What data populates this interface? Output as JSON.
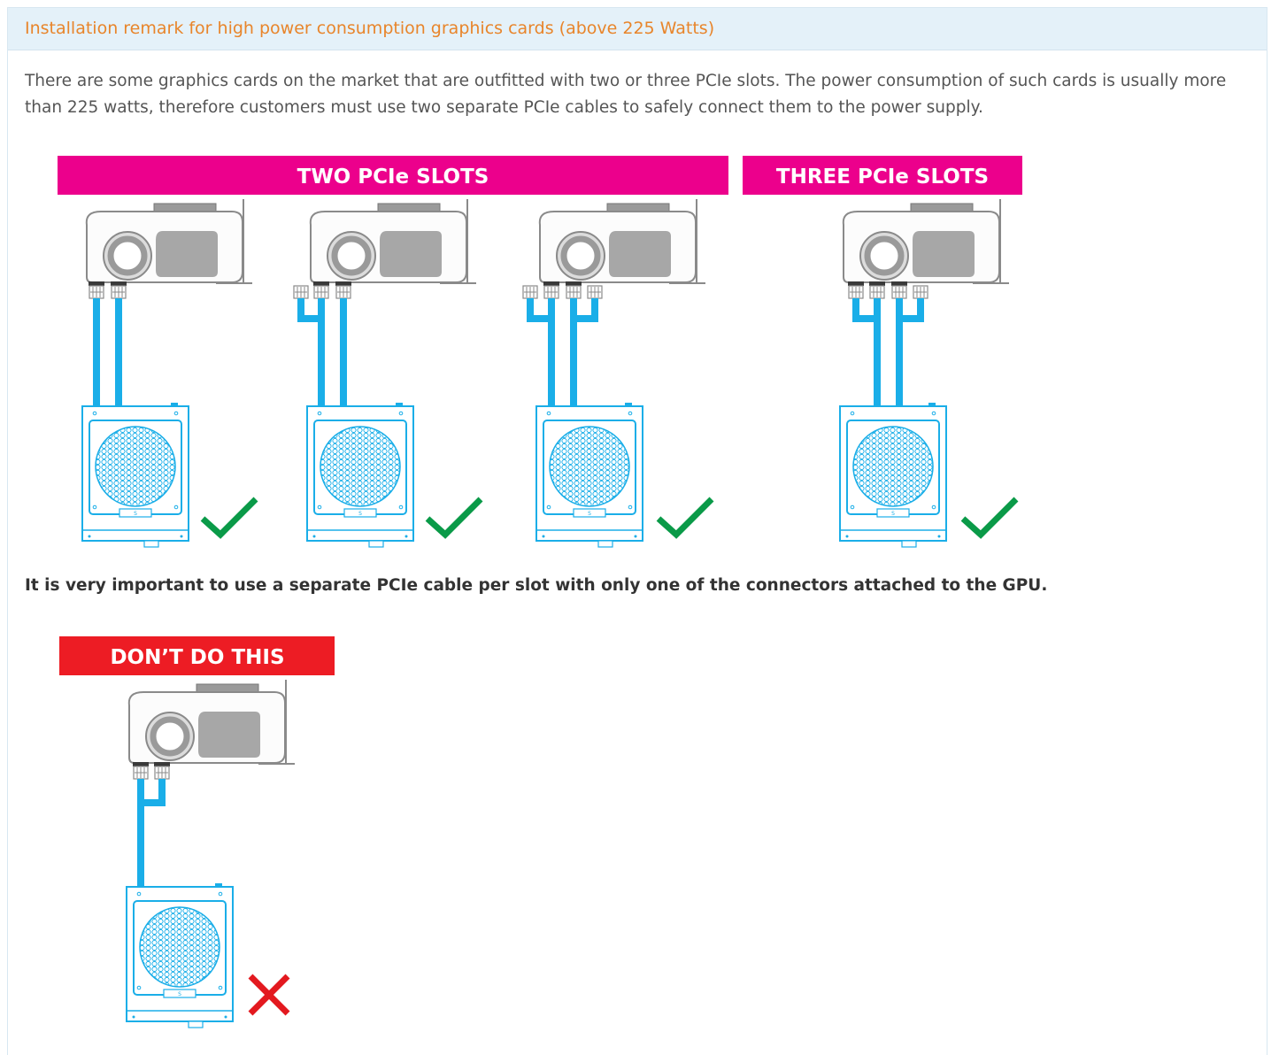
{
  "panel": {
    "title": "Installation remark for high power consumption graphics cards (above 225 Watts)",
    "intro": "There are some graphics cards on the market that are outfitted with two or three PCIe slots. The power consumption of such cards is usually more than 225 watts, therefore customers must use two separate PCIe cables to safely connect them to the power supply."
  },
  "diagram": {
    "two_slots_label": "TWO PCIe SLOTS",
    "three_slots_label": "THREE PCIe SLOTS",
    "dont_label": "DON’T DO THIS",
    "colors": {
      "magenta": "#ec008c",
      "red": "#ed1c24",
      "cable": "#1aaee8",
      "check": "#0a9a48",
      "cross": "#e3191f",
      "gpu_outline": "#8a8a8a",
      "gpu_body": "#a7a7a7"
    }
  },
  "important_note": "It is very important to use a separate PCIe cable per slot with only one of the connectors attached to the GPU."
}
